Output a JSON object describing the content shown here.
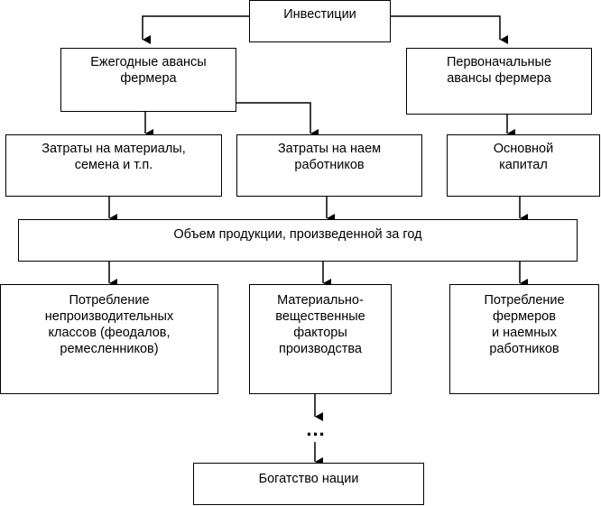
{
  "nodes": {
    "investments": "Инвестиции",
    "annual_advances": "Ежегодные авансы\nфермера",
    "initial_advances": "Первоначальные\nавансы фермера",
    "materials_costs": "Затраты на материалы,\nсемена и т.п.",
    "hired_labor_costs": "Затраты на наем\nработников",
    "fixed_capital": "Основной\nкапитал",
    "annual_output": "Объем продукции, произведенной за год",
    "unproductive_consumption": "Потребление\nнепроизводительных\nклассов (феодалов,\nремесленников)",
    "material_factors": "Материально-\nвещественные\nфакторы\nпроизводства",
    "farmers_consumption": "Потребление\nфермеров\nи наемных\nработников",
    "national_wealth": "Богатство нации"
  },
  "ellipsis": "..."
}
